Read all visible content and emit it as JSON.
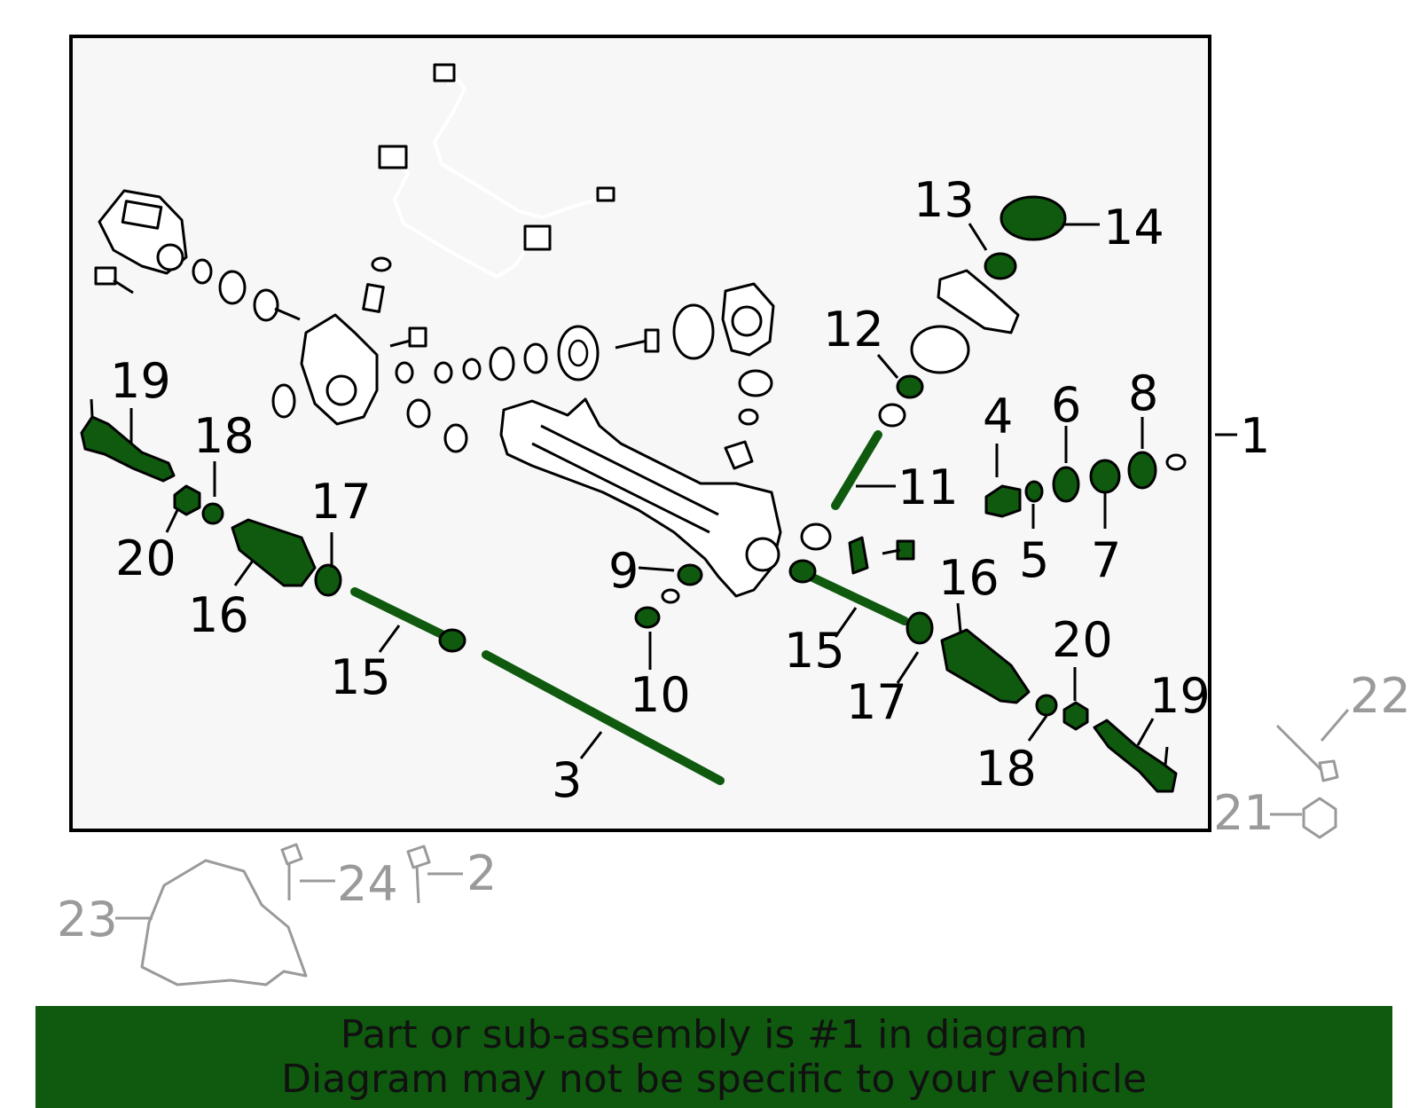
{
  "colors": {
    "highlight": "#0f5a0f",
    "panel": "#f7f7f7",
    "outline": "#000000",
    "muted": "#9a9a9a",
    "banner": "#0f5a0f"
  },
  "callouts": [
    {
      "id": "1",
      "text": "1",
      "style": "dark"
    },
    {
      "id": "2",
      "text": "2",
      "style": "gray"
    },
    {
      "id": "3",
      "text": "3",
      "style": "dark"
    },
    {
      "id": "4",
      "text": "4",
      "style": "dark"
    },
    {
      "id": "5",
      "text": "5",
      "style": "dark"
    },
    {
      "id": "6",
      "text": "6",
      "style": "dark"
    },
    {
      "id": "7",
      "text": "7",
      "style": "dark"
    },
    {
      "id": "8",
      "text": "8",
      "style": "dark"
    },
    {
      "id": "9",
      "text": "9",
      "style": "dark"
    },
    {
      "id": "10",
      "text": "10",
      "style": "dark"
    },
    {
      "id": "11",
      "text": "11",
      "style": "dark"
    },
    {
      "id": "12",
      "text": "12",
      "style": "dark"
    },
    {
      "id": "13",
      "text": "13",
      "style": "dark"
    },
    {
      "id": "14",
      "text": "14",
      "style": "dark"
    },
    {
      "id": "15a",
      "text": "15",
      "style": "dark"
    },
    {
      "id": "15b",
      "text": "15",
      "style": "dark"
    },
    {
      "id": "16a",
      "text": "16",
      "style": "dark"
    },
    {
      "id": "16b",
      "text": "16",
      "style": "dark"
    },
    {
      "id": "17a",
      "text": "17",
      "style": "dark"
    },
    {
      "id": "17b",
      "text": "17",
      "style": "dark"
    },
    {
      "id": "18a",
      "text": "18",
      "style": "dark"
    },
    {
      "id": "18b",
      "text": "18",
      "style": "dark"
    },
    {
      "id": "19a",
      "text": "19",
      "style": "dark"
    },
    {
      "id": "19b",
      "text": "19",
      "style": "dark"
    },
    {
      "id": "20a",
      "text": "20",
      "style": "dark"
    },
    {
      "id": "20b",
      "text": "20",
      "style": "dark"
    },
    {
      "id": "21",
      "text": "21",
      "style": "gray"
    },
    {
      "id": "22",
      "text": "22",
      "style": "gray"
    },
    {
      "id": "23",
      "text": "23",
      "style": "gray"
    },
    {
      "id": "24",
      "text": "24",
      "style": "gray"
    }
  ],
  "footer": {
    "line1": "Part or sub-assembly is #1 in diagram",
    "line2": "Diagram may not be specific to your vehicle"
  }
}
